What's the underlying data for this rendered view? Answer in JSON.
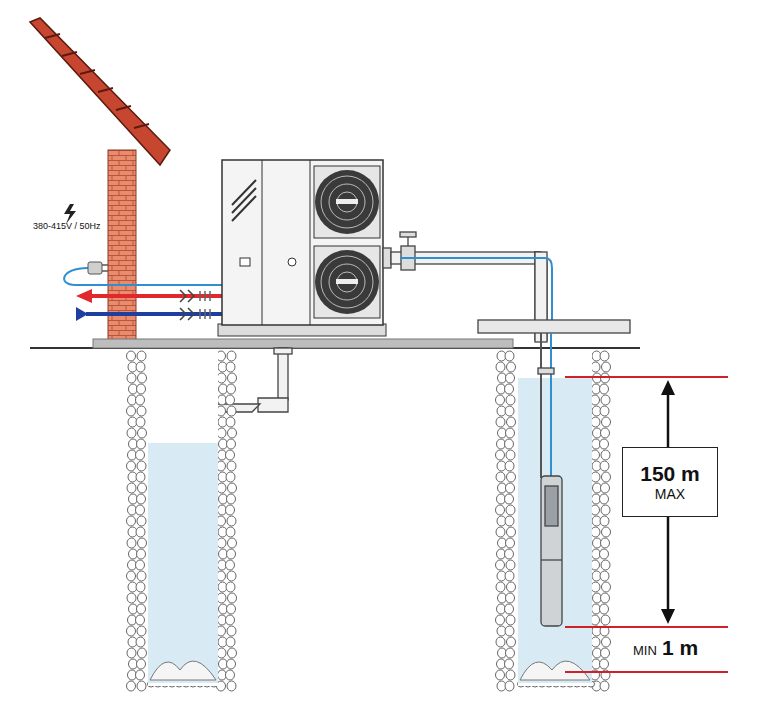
{
  "diagram": {
    "nodes": [
      {
        "text": [
          "150 m",
          "MAX"
        ]
      }
    ],
    "labels": [
      "380-415V / 50Hz",
      "MIN",
      "1 m"
    ]
  }
}
